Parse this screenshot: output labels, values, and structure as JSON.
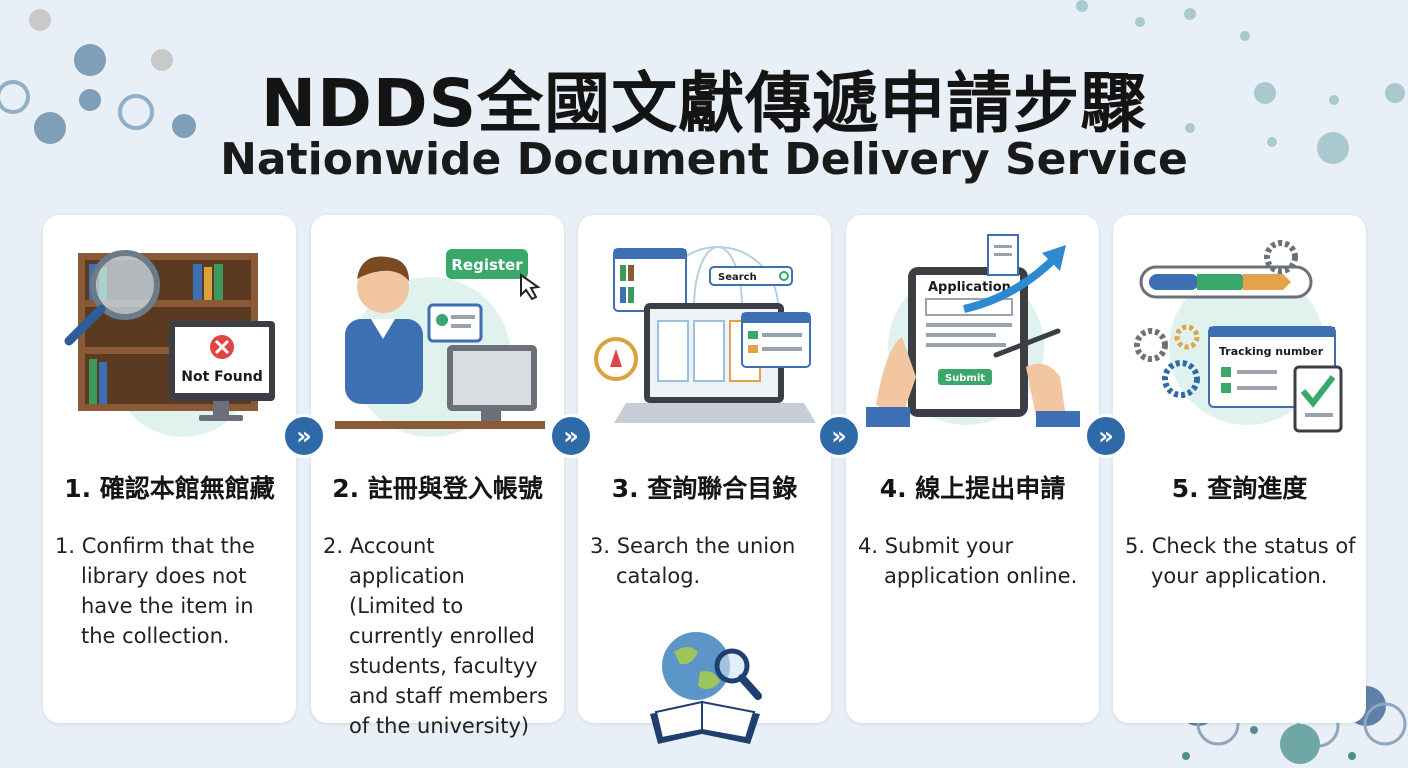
{
  "title_zh": "NDDS全國文獻傳遞申請步驟",
  "title_en": "Nationwide Document Delivery Service",
  "steps": [
    {
      "title": "1. 確認本館無館藏",
      "desc": "1. Confirm that the library does not have the item in the collection.",
      "art_label": "Not Found"
    },
    {
      "title": "2. 註冊與登入帳號",
      "desc": "2. Account application (Limited to currently enrolled students, facultyy and staff members of the university)",
      "art_label": "Register"
    },
    {
      "title": "3. 查詢聯合目錄",
      "desc": "3. Search the union catalog.",
      "art_label": "Search"
    },
    {
      "title": "4. 線上提出申請",
      "desc": "4. Submit your application online.",
      "art_label": "Application",
      "art_button": "Submit"
    },
    {
      "title": "5. 查詢進度",
      "desc": "5. Check the status of your application.",
      "art_label": "Tracking number"
    }
  ],
  "next_arrow": "»",
  "colors": {
    "background": "#e8eff6",
    "accent": "#2e6aa8",
    "card": "#ffffff"
  }
}
